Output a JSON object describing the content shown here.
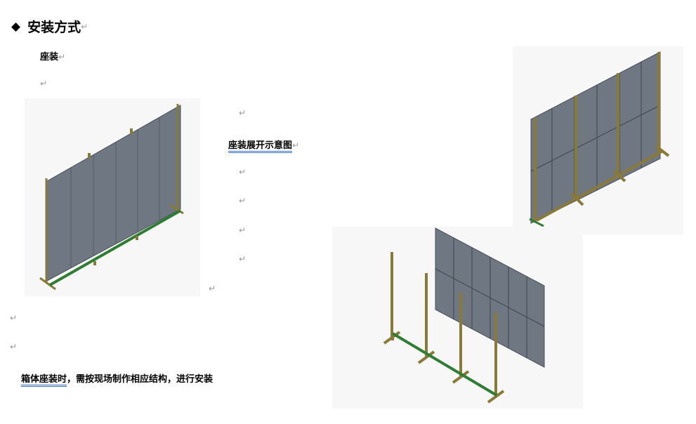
{
  "heading": {
    "bullet": "◆",
    "title": "安装方式",
    "mark": "↵"
  },
  "para_seat": {
    "text": "座装",
    "mark": "↵"
  },
  "para_seat_diagram": {
    "text": "座装展开示意图",
    "mark": "↵"
  },
  "para_note": {
    "underlined": "箱体座装时",
    "rest": "，需按现场制作相应结构，进行安装"
  },
  "paragraph_mark": "↵",
  "colors": {
    "panel": "#6f7782",
    "post": "#8a7a3a",
    "base": "#2e7d32",
    "underline": "#3a6fbf"
  },
  "figures": [
    {
      "name": "assembled-left-view-figure",
      "icon": "led-cabinet-seat-mount-icon"
    },
    {
      "name": "assembled-rear-view-figure",
      "icon": "led-cabinet-rear-frame-icon"
    },
    {
      "name": "exploded-view-figure",
      "icon": "led-cabinet-exploded-icon"
    }
  ]
}
